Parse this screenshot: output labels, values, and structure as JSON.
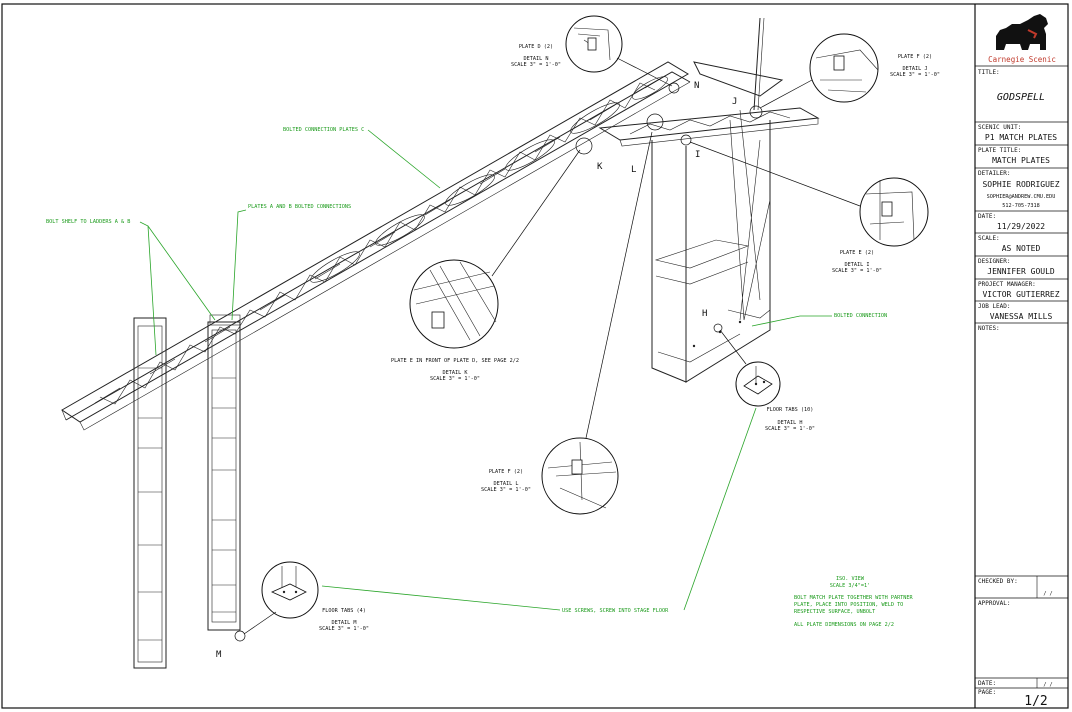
{
  "title_block": {
    "company": "Carnegie Scenic",
    "title_label": "TITLE:",
    "title": "GODSPELL",
    "scenic_unit_label": "SCENIC UNIT:",
    "scenic_unit": "P1  MATCH PLATES",
    "plate_title_label": "PLATE TITLE:",
    "plate_title": "MATCH PLATES",
    "detailer_label": "DETAILER:",
    "detailer_name": "SOPHIE RODRIGUEZ",
    "detailer_email": "SOPHIER@ANDREW.CMU.EDU",
    "detailer_phone": "512-705-7318",
    "date_label": "DATE:",
    "date": "11/29/2022",
    "scale_label": "SCALE:",
    "scale": "AS NOTED",
    "designer_label": "DESIGNER:",
    "designer": "JENNIFER GOULD",
    "pm_label": "PROJECT MANAGER:",
    "pm": "VICTOR GUTIERREZ",
    "job_lead_label": "JOB LEAD:",
    "job_lead": "VANESSA MILLS",
    "notes_label": "NOTES:",
    "checked_label": "CHECKED BY:",
    "checked_date": "/ /",
    "approval_label": "APPROVAL:",
    "date2_label": "DATE:",
    "date2_value": "/ /",
    "page_label": "PAGE:",
    "page": "1/2"
  },
  "callouts": {
    "plate_d": "PLATE D (2)",
    "detail_n": "DETAIL N",
    "detail_n_scale": "SCALE 3\" = 1'-0\"",
    "plate_f_j": "PLATE F (2)",
    "detail_j": "DETAIL J",
    "detail_j_scale": "SCALE 3\" = 1'-0\"",
    "plate_e": "PLATE E (2)",
    "detail_i": "DETAIL I",
    "detail_i_scale": "SCALE 3\" = 1'-0\"",
    "plate_e_note": "PLATE E IN FRONT OF PLATE D, SEE PAGE 2/2",
    "detail_k": "DETAIL K",
    "detail_k_scale": "SCALE 3\" = 1'-0\"",
    "plate_f_l": "PLATE F (2)",
    "detail_l": "DETAIL L",
    "detail_l_scale": "SCALE 3\" = 1'-0\"",
    "floor_tabs_h": "FLOOR TABS (10)",
    "detail_h": "DETAIL H",
    "detail_h_scale": "SCALE 3\" = 1'-0\"",
    "floor_tabs_m": "FLOOR TABS (4)",
    "detail_m": "DETAIL M",
    "detail_m_scale": "SCALE 3\" = 1'-0\""
  },
  "green_notes": {
    "bolted_c": "BOLTED CONNECTION PLATES C",
    "plates_ab": "PLATES A AND B BOLTED CONNECTIONS",
    "bolt_shelf": "BOLT SHELF TO LADDERS A & B",
    "bolted_connection": "BOLTED CONNECTION",
    "use_screws": "USE SCREWS, SCREW INTO STAGE FLOOR",
    "iso_view": "ISO. VIEW",
    "iso_scale": "SCALE 3/4\"=1'",
    "note1": "BOLT MATCH PLATE TOGETHER WITH PARTNER",
    "note2": "PLATE, PLACE INTO POSITION, WELD TO",
    "note3": "RESPECTIVE SURFACE, UNBOLT",
    "note4": "ALL PLATE DIMENSIONS ON PAGE 2/2"
  },
  "detail_letters": {
    "n": "N",
    "j": "J",
    "i": "I",
    "k": "K",
    "l": "L",
    "h": "H",
    "m": "M"
  }
}
